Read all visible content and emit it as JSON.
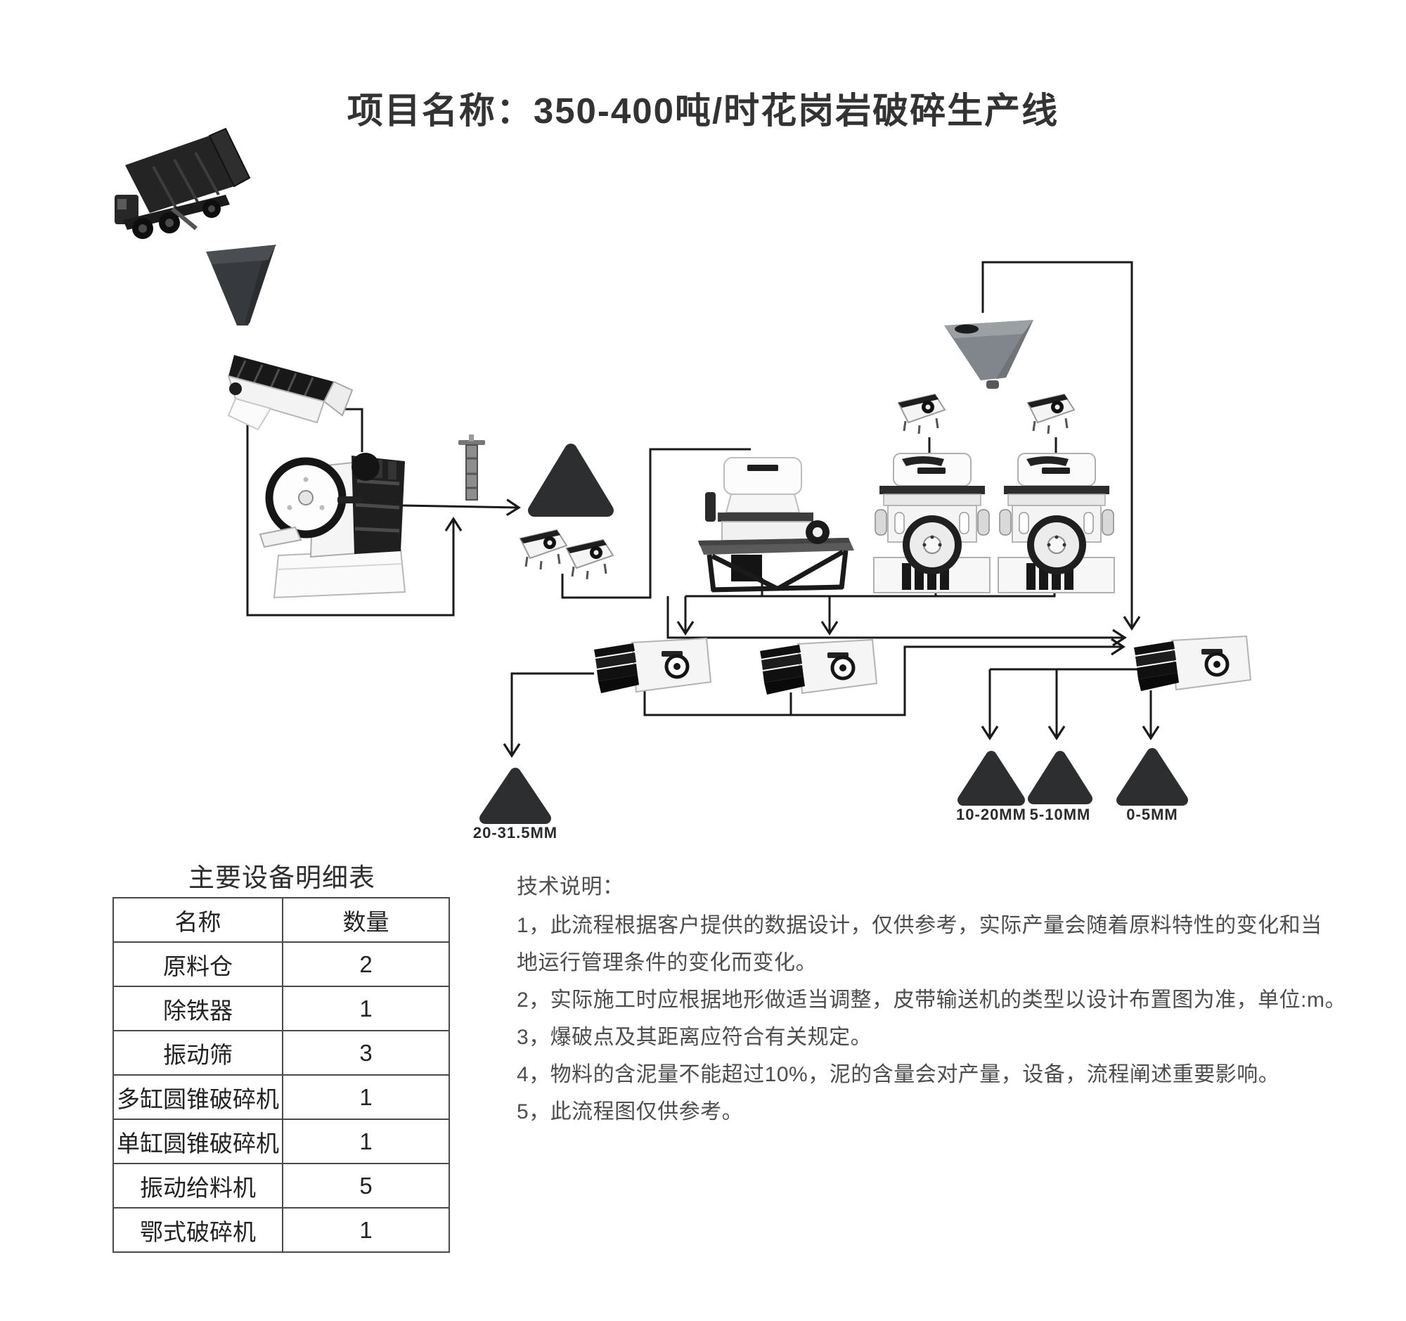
{
  "title": "项目名称：350-400吨/时花岗岩破碎生产线",
  "flow": {
    "machines": [
      "dump-truck",
      "feed-hopper",
      "grizzly-vibrating-feeder",
      "jaw-crusher",
      "iron-remover",
      "surge-pile",
      "small-vibrating-feeder-1",
      "small-vibrating-feeder-2",
      "single-cylinder-cone-crusher",
      "return-hopper",
      "small-vibrating-feeder-3",
      "small-vibrating-feeder-4",
      "multi-cylinder-cone-crusher-1",
      "multi-cylinder-cone-crusher-2",
      "vibrating-screen-1",
      "vibrating-screen-2",
      "vibrating-screen-3"
    ],
    "pile_labels": [
      "20-31.5MM",
      "10-20MM",
      "5-10MM",
      "0-5MM"
    ]
  },
  "equipment_table": {
    "title": "主要设备明细表",
    "columns": [
      "名称",
      "数量"
    ],
    "rows": [
      [
        "原料仓",
        "2"
      ],
      [
        "除铁器",
        "1"
      ],
      [
        "振动筛",
        "3"
      ],
      [
        "多缸圆锥破碎机",
        "1"
      ],
      [
        "单缸圆锥破碎机",
        "1"
      ],
      [
        "振动给料机",
        "5"
      ],
      [
        "鄂式破碎机",
        "1"
      ]
    ]
  },
  "tech_notes": {
    "title": "技术说明：",
    "lines": [
      "1，此流程根据客户提供的数据设计，仅供参考，实际产量会随着原料特性的变化和当",
      "地运行管理条件的变化而变化。",
      "2，实际施工时应根据地形做适当调整，皮带输送机的类型以设计布置图为准，单位:m。",
      "3，爆破点及其距离应符合有关规定。",
      "4，物料的含泥量不能超过10%，泥的含量会对产量，设备，流程阐述重要影响。",
      "5，此流程图仅供参考。"
    ]
  },
  "colors": {
    "background": "#ffffff",
    "line": "#1a1a1a",
    "dark_machine": "#1c1c1c",
    "light_machine": "#f4f4f4",
    "pile": "#2d2e30",
    "text": "#333333"
  }
}
